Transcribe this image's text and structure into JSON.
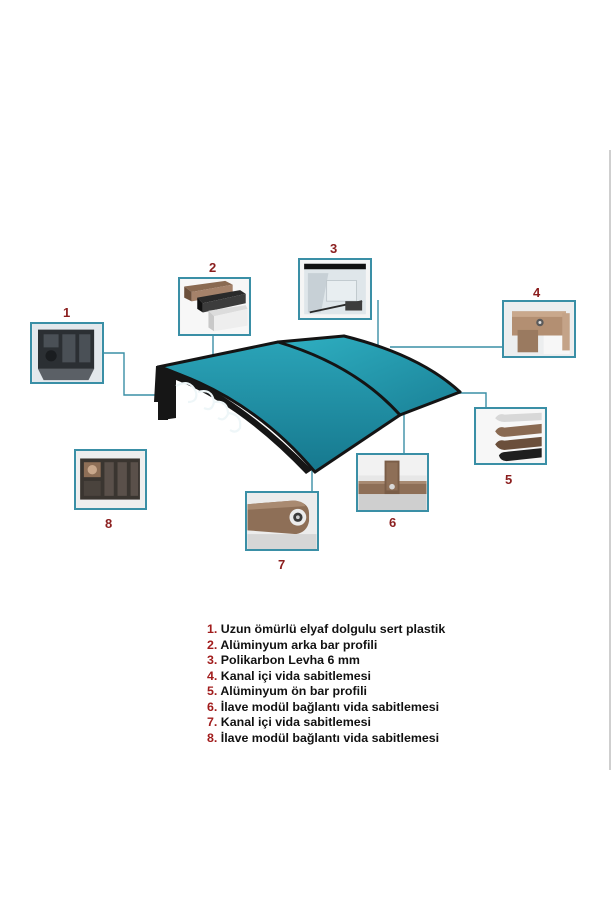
{
  "colors": {
    "callout_line": "#3a8fa6",
    "number_red": "#8b1e1e",
    "legend_number_red": "#a11c1c",
    "panel_teal": "#1f8fa6",
    "frame_black": "#141414"
  },
  "callouts": [
    {
      "number": "1"
    },
    {
      "number": "2"
    },
    {
      "number": "3"
    },
    {
      "number": "4"
    },
    {
      "number": "5"
    },
    {
      "number": "6"
    },
    {
      "number": "7"
    },
    {
      "number": "8"
    }
  ],
  "legend": [
    {
      "number": "1.",
      "text": "Uzun ömürlü elyaf dolgulu sert plastik"
    },
    {
      "number": "2.",
      "text": "Alüminyum arka bar profili"
    },
    {
      "number": "3.",
      "text": "Polikarbon Levha 6 mm"
    },
    {
      "number": "4.",
      "text": "Kanal içi vida sabitlemesi"
    },
    {
      "number": "5.",
      "text": "Alüminyum ön bar profili"
    },
    {
      "number": "6.",
      "text": "İlave modül bağlantı vida sabitlemesi"
    },
    {
      "number": "7.",
      "text": "Kanal içi vida sabitlemesi"
    },
    {
      "number": "8.",
      "text": "İlave modül bağlantı vida sabitlemesi"
    }
  ]
}
